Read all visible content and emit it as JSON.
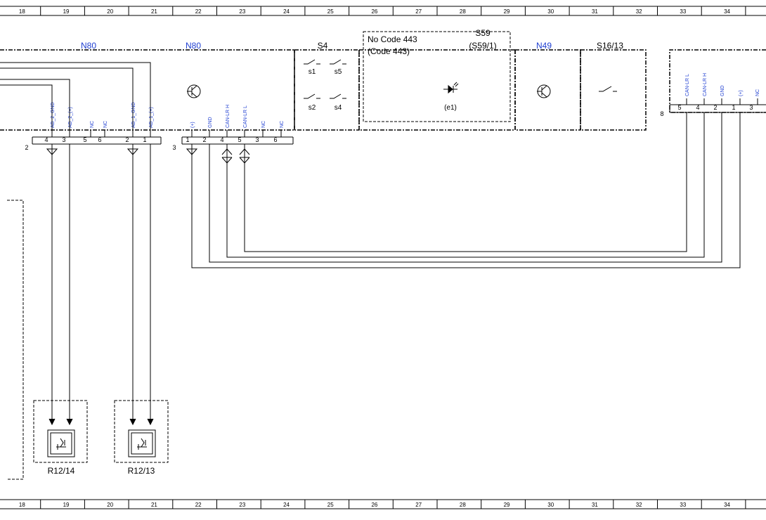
{
  "ruler": {
    "columns": [
      "18",
      "19",
      "20",
      "21",
      "22",
      "23",
      "24",
      "25",
      "26",
      "27",
      "28",
      "29",
      "30",
      "31",
      "32",
      "33",
      "34"
    ]
  },
  "components": {
    "n80_left": "N80",
    "n80_right": "N80",
    "s4": "S4",
    "s59": "S59",
    "s59_sub": "(S59/1)",
    "s59_note1": "No Code 443",
    "s59_note2": "(Code 443)",
    "s59_element": "(e1)",
    "n49": "N49",
    "s16_13": "S16/13",
    "r12_14": "R12/14",
    "r12_13": "R12/13"
  },
  "switches": [
    "s1",
    "s5",
    "s2",
    "s4"
  ],
  "connectors": {
    "conn2": {
      "id": "2",
      "pins": [
        {
          "label": "AB_2_GND",
          "num": "4"
        },
        {
          "label": "AB_2_(+)",
          "num": "3"
        },
        {
          "label": "NC",
          "num": "5"
        },
        {
          "label": "NC",
          "num": "6"
        },
        {
          "label": "AB_1_GND",
          "num": "2"
        },
        {
          "label": "AB_1_(+)",
          "num": "1"
        }
      ]
    },
    "conn3": {
      "id": "3",
      "pins": [
        {
          "label": "(+)",
          "num": "1"
        },
        {
          "label": "GND",
          "num": "2"
        },
        {
          "label": "CAN-LR H",
          "num": "4"
        },
        {
          "label": "CAN-LR L",
          "num": "5"
        },
        {
          "label": "NC",
          "num": "3"
        },
        {
          "label": "NC",
          "num": "6"
        }
      ]
    },
    "conn8": {
      "id": "8",
      "pins": [
        {
          "label": "CAN-LR L",
          "num": "5"
        },
        {
          "label": "CAN-LR H",
          "num": "4"
        },
        {
          "label": "GND",
          "num": "2"
        },
        {
          "label": "(+)",
          "num": "1"
        },
        {
          "label": "NC",
          "num": "3"
        }
      ]
    }
  },
  "colors": {
    "label_blue": "#1f3fd1",
    "line": "#000000"
  }
}
